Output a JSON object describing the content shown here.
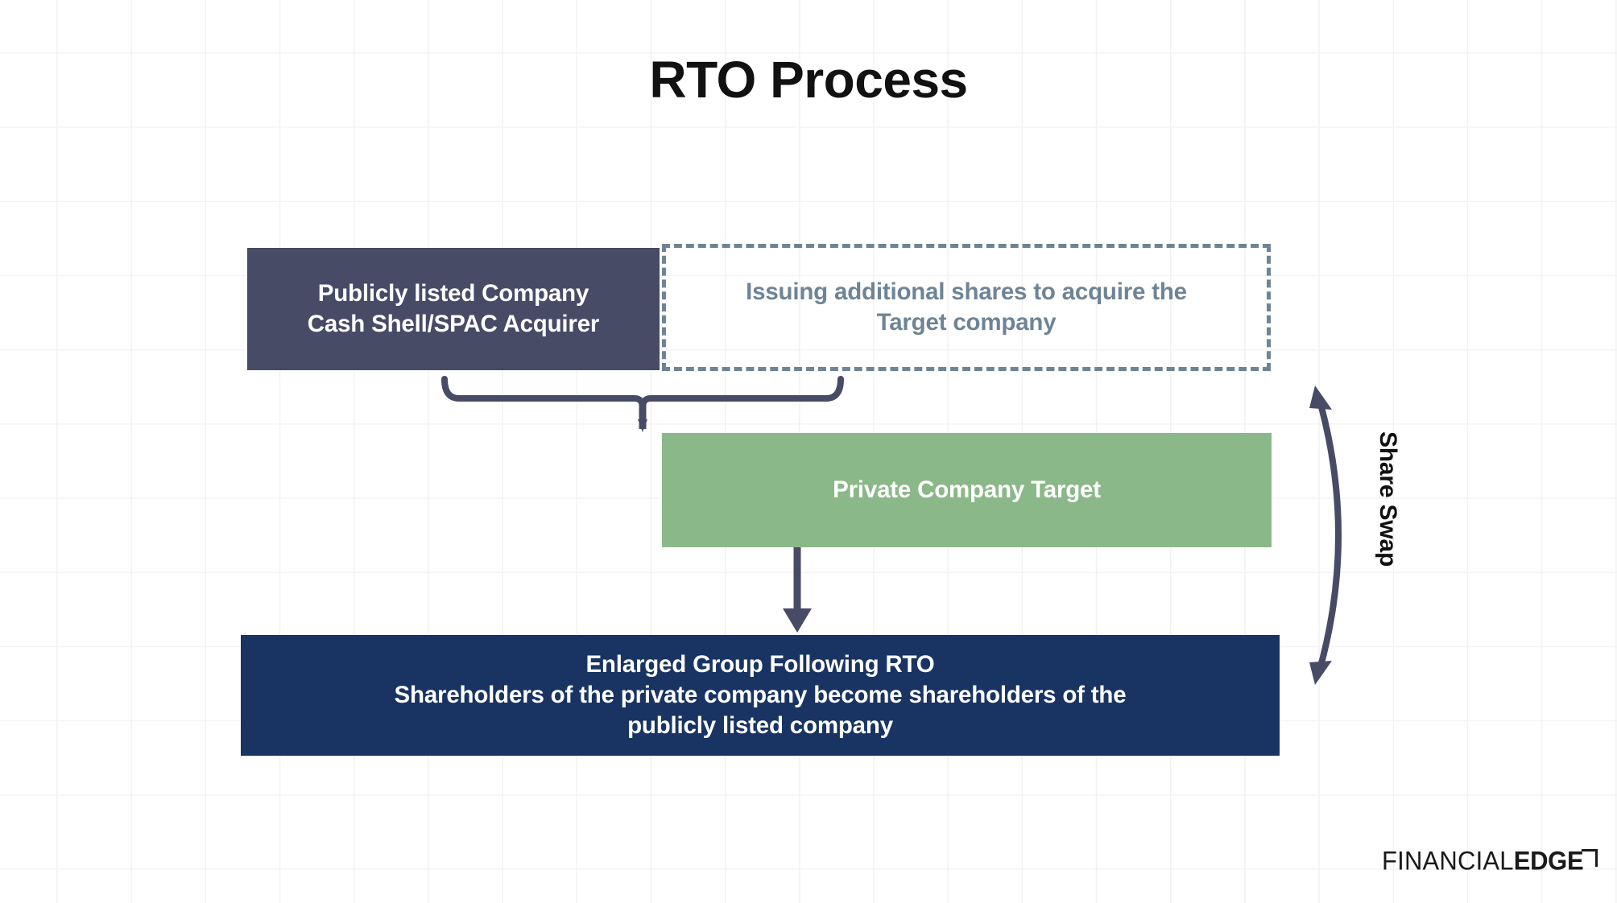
{
  "page": {
    "title": "RTO Process",
    "background_color": "#ffffff",
    "grid_color": "#f2f2f3"
  },
  "diagram": {
    "type": "process-flow",
    "nodes": [
      {
        "id": "acquirer",
        "label": "Publicly listed Company\nCash Shell/SPAC Acquirer",
        "style": "solid-filled",
        "fill": "#474B66",
        "text_color": "#ffffff"
      },
      {
        "id": "issuing",
        "label": "Issuing additional shares to acquire the\nTarget company",
        "style": "dashed-outline",
        "fill": "transparent",
        "border_color": "#6E8496",
        "text_color": "#6E8496"
      },
      {
        "id": "target",
        "label": "Private Company Target",
        "style": "solid-filled",
        "fill": "#8BB888",
        "text_color": "#ffffff"
      },
      {
        "id": "enlarged",
        "label": "Enlarged Group Following RTO\nShareholders of the private company become shareholders of the\npublicly listed company",
        "style": "solid-filled",
        "fill": "#193463",
        "text_color": "#ffffff"
      }
    ],
    "connectors": [
      {
        "id": "bracket",
        "kind": "brace",
        "from": [
          "acquirer",
          "issuing"
        ],
        "to": "target",
        "color": "#474B66",
        "label": ""
      },
      {
        "id": "down-arrow",
        "kind": "arrow",
        "from": "target",
        "to": "enlarged",
        "color": "#474B66",
        "label": ""
      },
      {
        "id": "share-swap",
        "kind": "double-headed-curved-arrow",
        "from": "acquirer",
        "to": "enlarged",
        "color": "#474B66",
        "label": "Share Swap",
        "label_color": "#111111",
        "label_rotation_deg": 90
      }
    ]
  },
  "logo": {
    "part_light": "FINANCIAL",
    "part_bold": "EDGE",
    "color": "#1a1a1a"
  }
}
